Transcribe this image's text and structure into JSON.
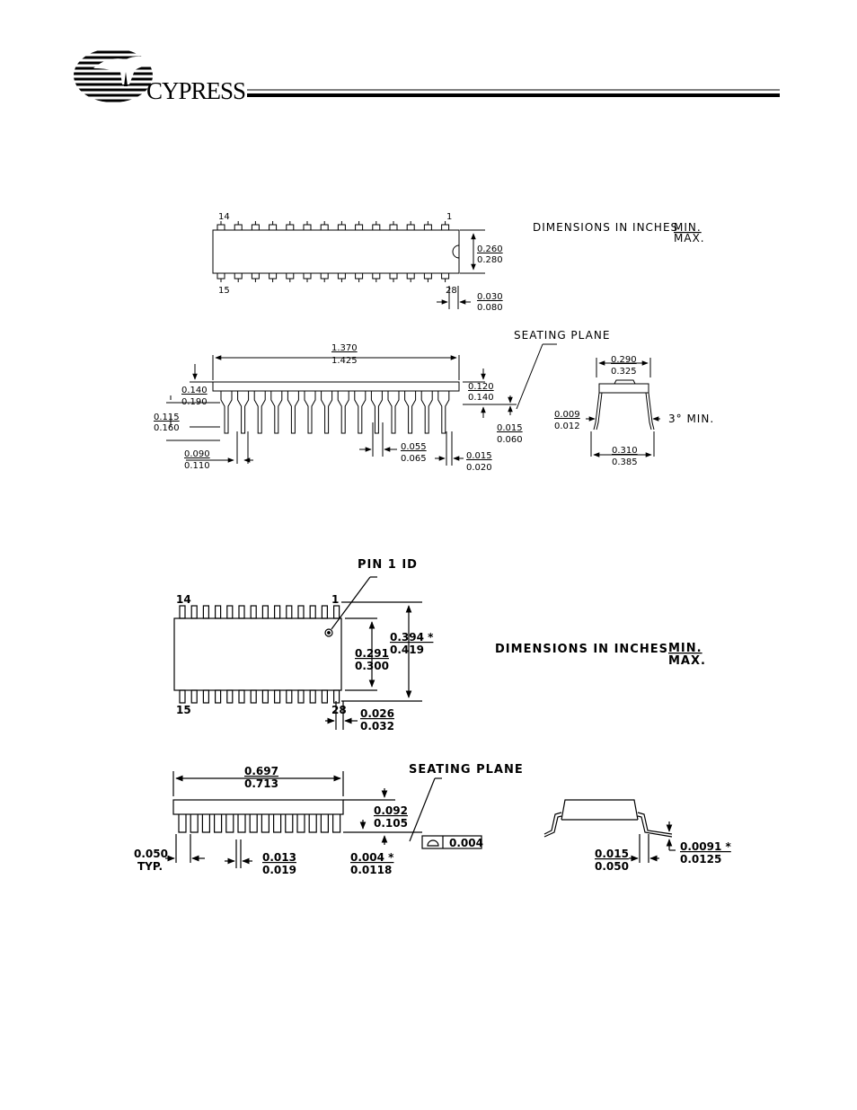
{
  "header": {
    "brand": "CYPRESS"
  },
  "dip": {
    "pins": {
      "top_left": "14",
      "top_right": "1",
      "bottom_left": "15",
      "bottom_right": "28"
    },
    "legend": {
      "text": "DIMENSIONS IN INCHES",
      "min": "MIN.",
      "max": "MAX."
    },
    "seating_plane": "SEATING PLANE",
    "dims": {
      "body_width": {
        "min": "0.260",
        "max": "0.280"
      },
      "pin_offset": {
        "min": "0.030",
        "max": "0.080"
      },
      "body_length": {
        "min": "1.370",
        "max": "1.425"
      },
      "height_left": {
        "min": "0.140",
        "max": "0.190"
      },
      "lead_length": {
        "min": "0.115",
        "max": "0.160"
      },
      "height_right": {
        "min": "0.120",
        "max": "0.140"
      },
      "seating": {
        "min": "0.015",
        "max": "0.060"
      },
      "pitch_lead": {
        "min": "0.090",
        "max": "0.110"
      },
      "lead_width": {
        "min": "0.055",
        "max": "0.065"
      },
      "lead_thick": {
        "min": "0.015",
        "max": "0.020"
      },
      "end_top": {
        "min": "0.290",
        "max": "0.325"
      },
      "lead_side": {
        "min": "0.009",
        "max": "0.012"
      },
      "end_bottom": {
        "min": "0.310",
        "max": "0.385"
      },
      "angle": "3° MIN."
    }
  },
  "soic": {
    "pins": {
      "top_left": "14",
      "top_right": "1",
      "bottom_left": "15",
      "bottom_right": "28"
    },
    "pin1_label": "PIN 1 ID",
    "legend": {
      "text": "DIMENSIONS IN INCHES",
      "min": "MIN.",
      "max": "MAX."
    },
    "seating_plane": "SEATING PLANE",
    "coplanarity": "0.004",
    "dims": {
      "body_width": {
        "min": "0.291",
        "max": "0.300"
      },
      "overall_width": {
        "min": "0.394 *",
        "max": "0.419"
      },
      "pin_offset": {
        "min": "0.026",
        "max": "0.032"
      },
      "body_length": {
        "min": "0.697",
        "max": "0.713"
      },
      "height": {
        "min": "0.092",
        "max": "0.105"
      },
      "standoff": {
        "min": "0.004 *",
        "max": "0.0118"
      },
      "pitch": {
        "min": "0.050",
        "max": "TYP."
      },
      "lead_width": {
        "min": "0.013",
        "max": "0.019"
      },
      "foot": {
        "min": "0.015",
        "max": "0.050"
      },
      "lead_thick": {
        "min": "0.0091 *",
        "max": "0.0125"
      }
    }
  }
}
